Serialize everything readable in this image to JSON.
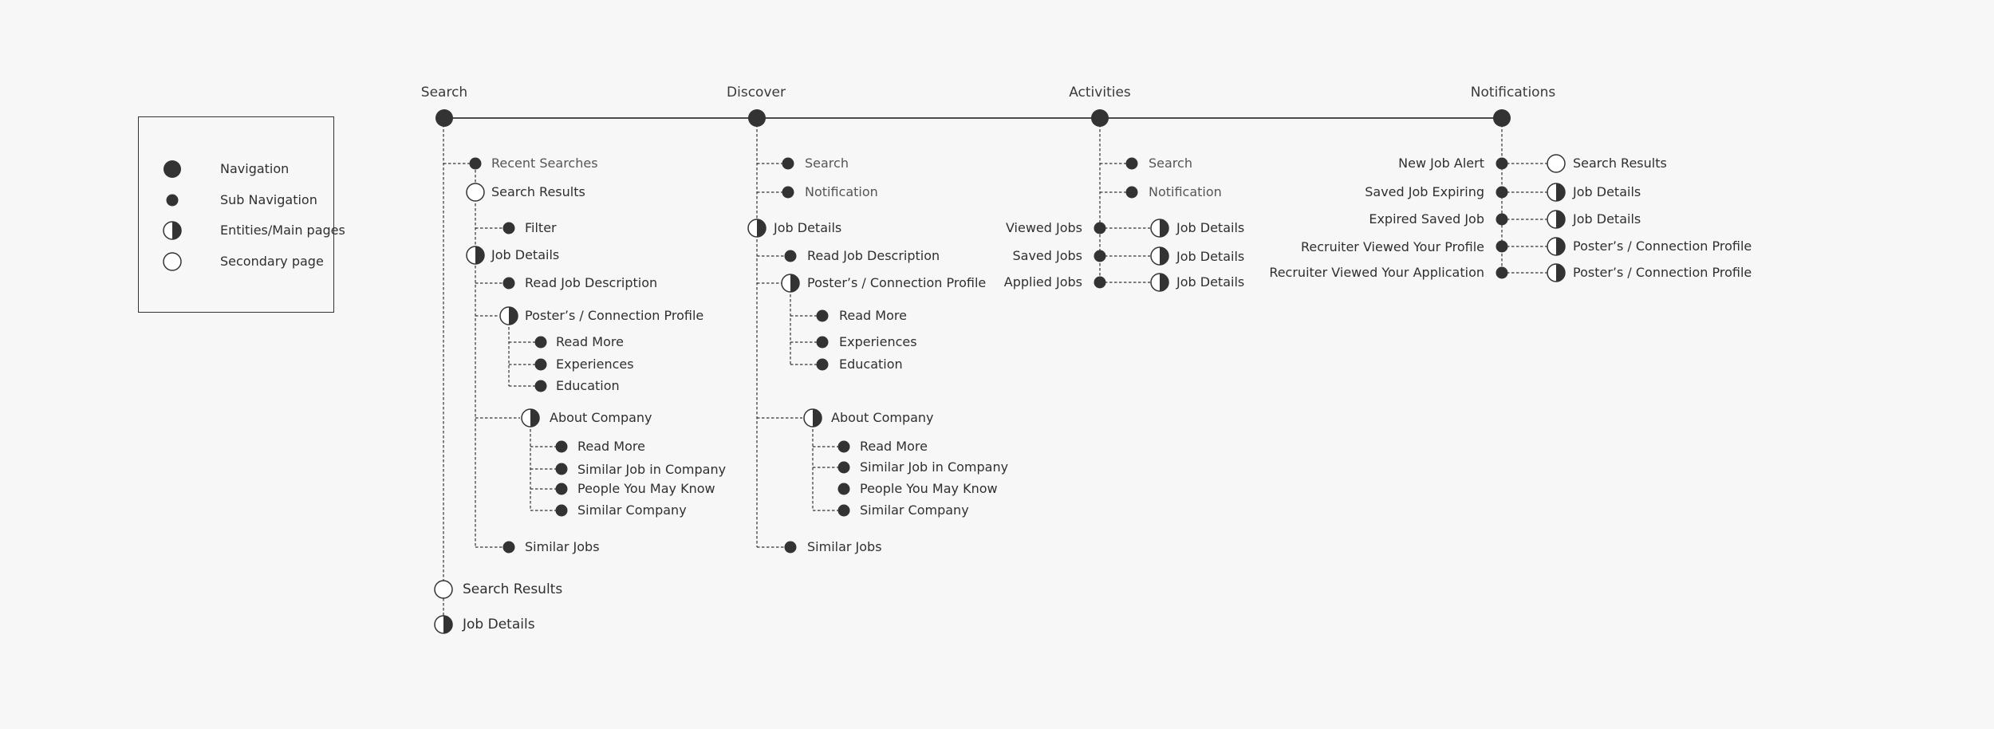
{
  "legend": {
    "navigation": "Navigation",
    "sub_navigation": "Sub Navigation",
    "entities": "Entities/Main pages",
    "secondary": "Secondary page"
  },
  "columns": {
    "search": {
      "title": "Search",
      "recent_searches": "Recent Searches",
      "search_results": "Search Results",
      "filter": "Filter",
      "job_details": "Job Details",
      "read_job_description": "Read Job Description",
      "posters_profile": "Poster’s / Connection Profile",
      "read_more": "Read More",
      "experiences": "Experiences",
      "education": "Education",
      "about_company": "About Company",
      "company_read_more": "Read More",
      "similar_job_in_company": "Similar Job in Company",
      "people_you_may_know": "People You May Know",
      "similar_company": "Similar Company",
      "similar_jobs": "Similar Jobs",
      "bottom_search_results": "Search Results",
      "bottom_job_details": "Job Details"
    },
    "discover": {
      "title": "Discover",
      "search": "Search",
      "notification": "Notification",
      "job_details": "Job Details",
      "read_job_description": "Read Job Description",
      "posters_profile": "Poster’s / Connection Profile",
      "read_more": "Read More",
      "experiences": "Experiences",
      "education": "Education",
      "about_company": "About Company",
      "company_read_more": "Read More",
      "similar_job_in_company": "Similar Job in Company",
      "people_you_may_know": "People You May Know",
      "similar_company": "Similar Company",
      "similar_jobs": "Similar Jobs"
    },
    "activities": {
      "title": "Activities",
      "search": "Search",
      "notification": "Notification",
      "viewed_jobs": "Viewed Jobs",
      "saved_jobs": "Saved Jobs",
      "applied_jobs": "Applied Jobs",
      "job_details_1": "Job Details",
      "job_details_2": "Job Details",
      "job_details_3": "Job Details"
    },
    "notifications": {
      "title": "Notifications",
      "new_job_alert": "New Job Alert",
      "saved_job_expiring": "Saved Job Expiring",
      "expired_saved_job": "Expired Saved Job",
      "recruiter_viewed_profile": "Recruiter Viewed Your Profile",
      "recruiter_viewed_application": "Recruiter Viewed Your Application",
      "search_results": "Search Results",
      "job_details_1": "Job Details",
      "job_details_2": "Job Details",
      "posters_profile_1": "Poster’s / Connection Profile",
      "posters_profile_2": "Poster’s / Connection Profile"
    }
  }
}
